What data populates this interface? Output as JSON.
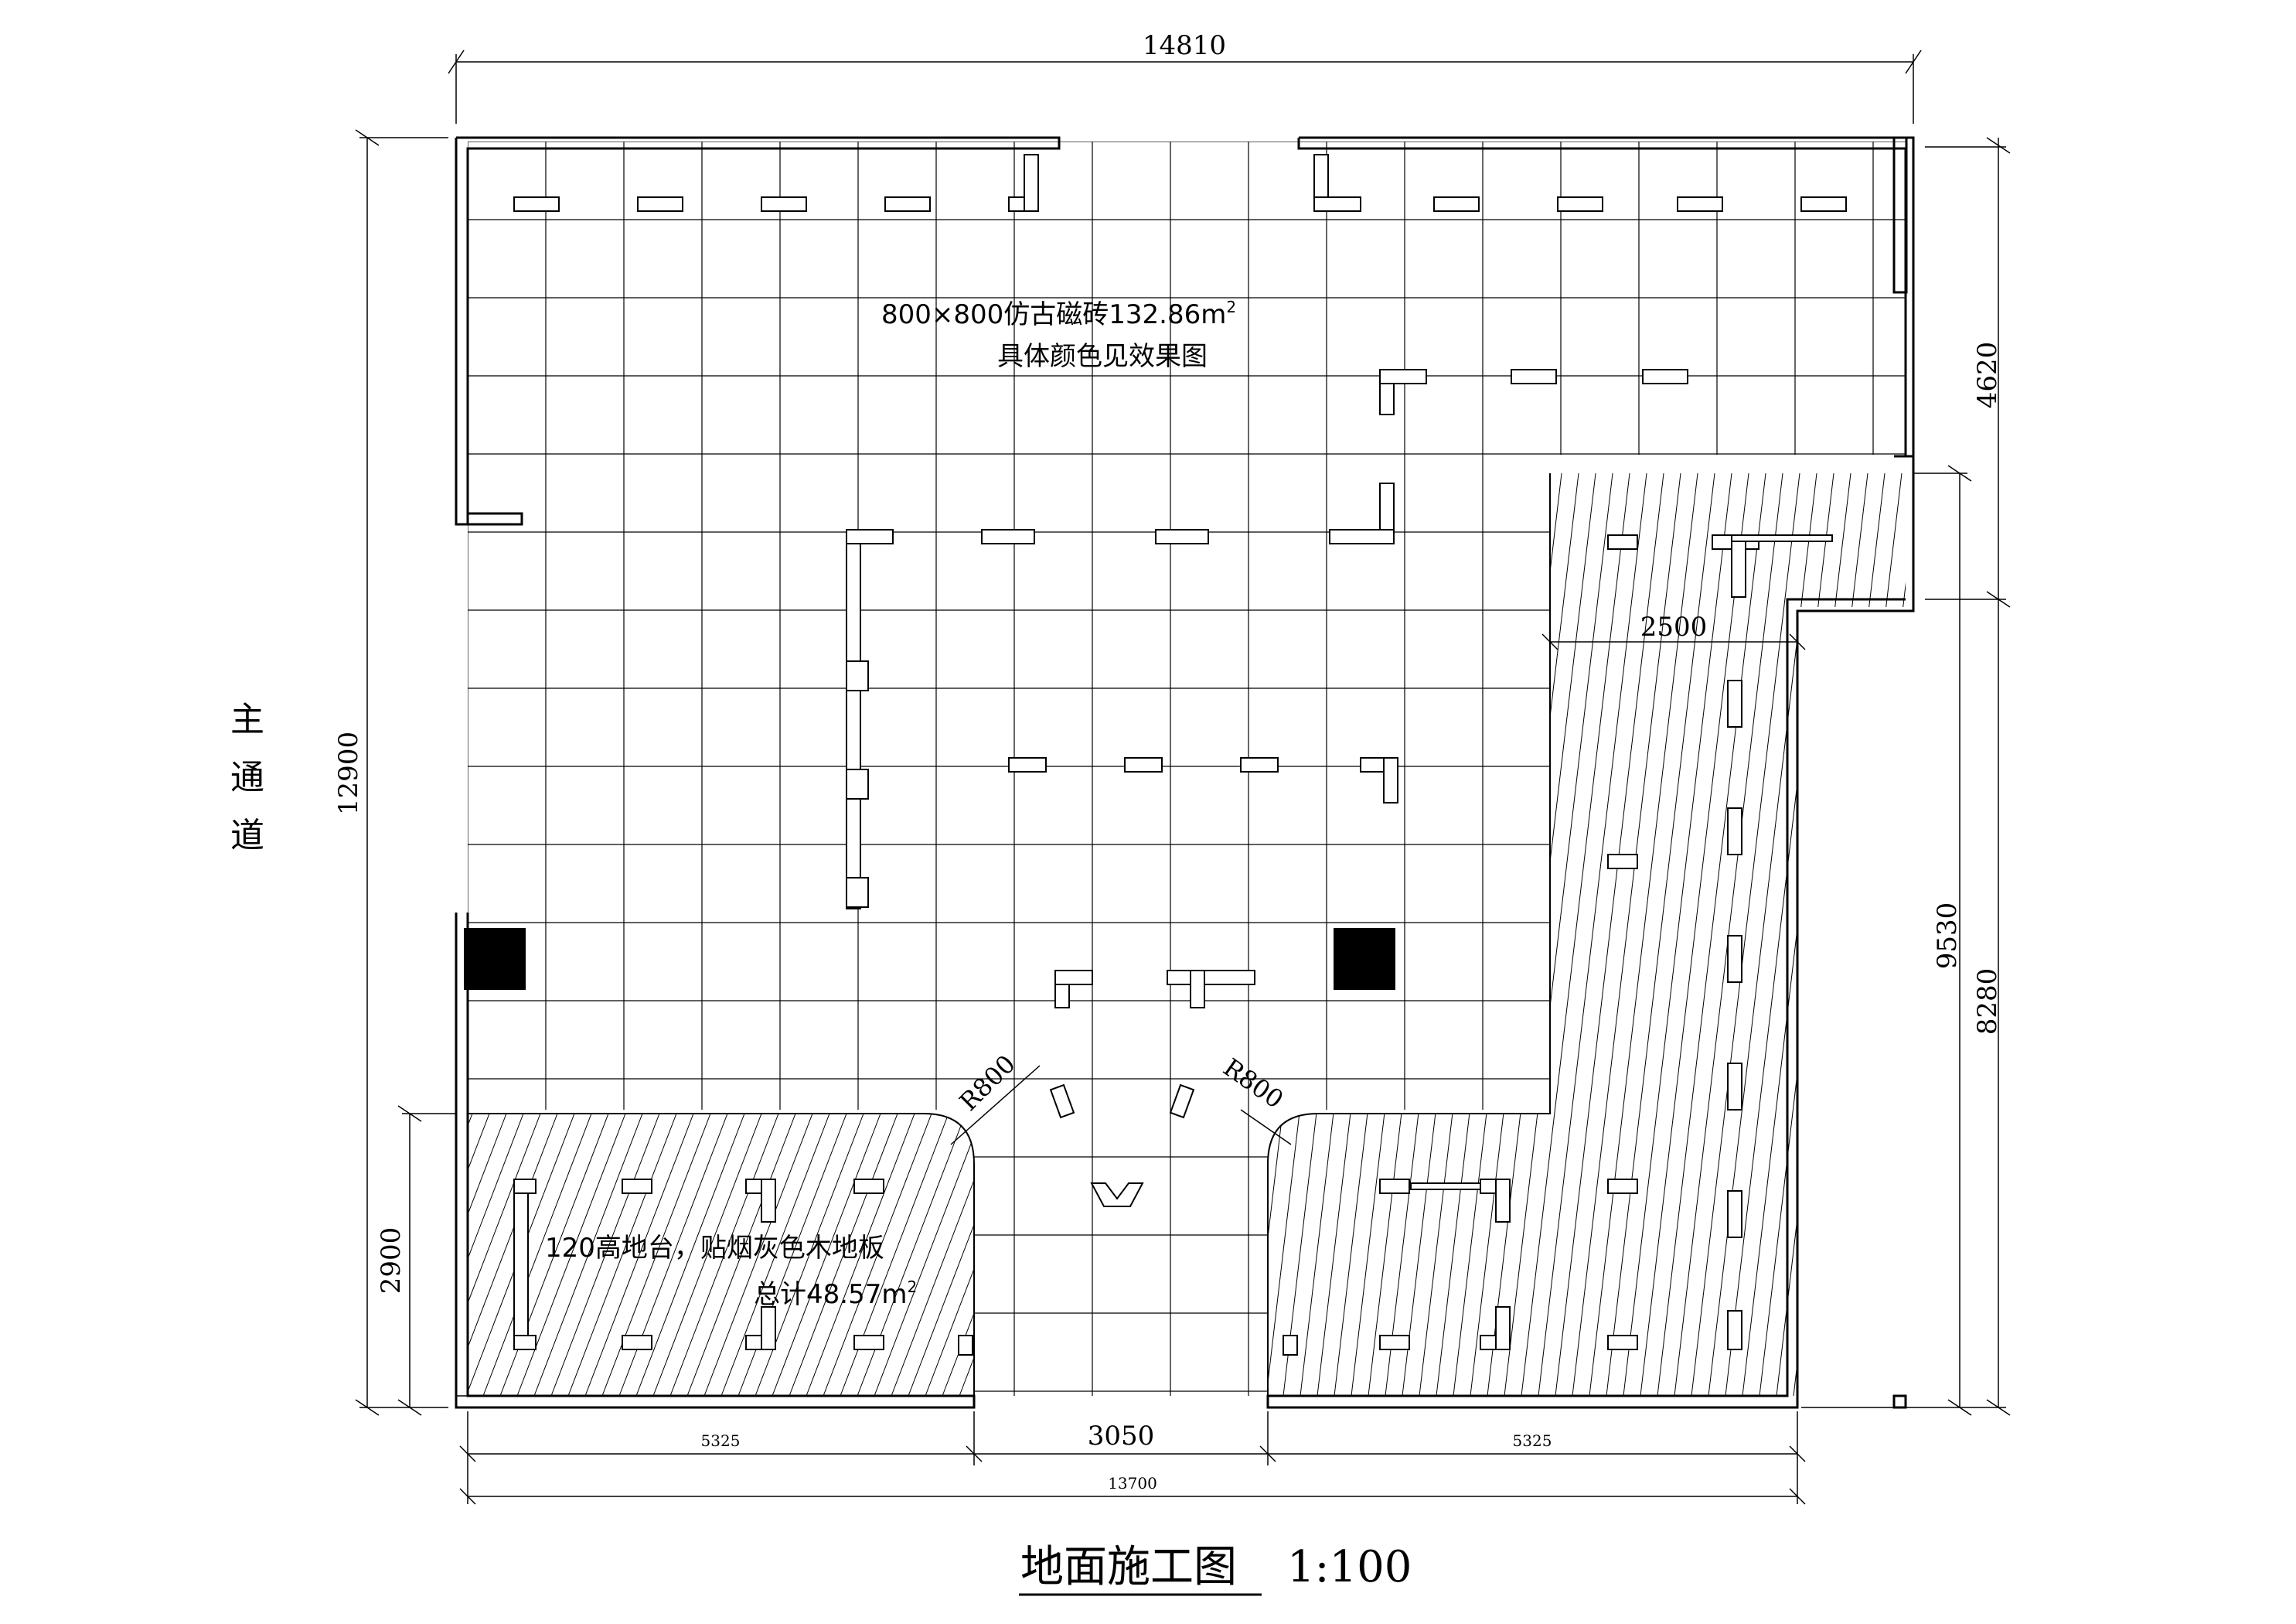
{
  "title": {
    "text": "地面施工图",
    "scale": "1:100"
  },
  "side_label": {
    "chars": [
      "主",
      "通",
      "道"
    ]
  },
  "tile_note": {
    "line1": "800×800仿古磁砖132.86m",
    "sup1": "2",
    "line2": "具体颜色见效果图"
  },
  "wood_note": {
    "line1": "120高地台，贴烟灰色木地板",
    "line2": "总计48.57m",
    "sup2": "2"
  },
  "radius_labels": [
    "R800",
    "R800"
  ],
  "dimensions": {
    "top": "14810",
    "left_total": "12900",
    "left_platform": "2900",
    "right_upper": "4620",
    "right_total": "9530",
    "right_lower": "8280",
    "inner_width": "2500",
    "bottom_left": "5325",
    "bottom_mid": "3050",
    "bottom_right": "5325",
    "bottom_total": "13700"
  },
  "colors": {
    "line": "#000000",
    "fill_column": "#000000",
    "background": "#ffffff"
  }
}
